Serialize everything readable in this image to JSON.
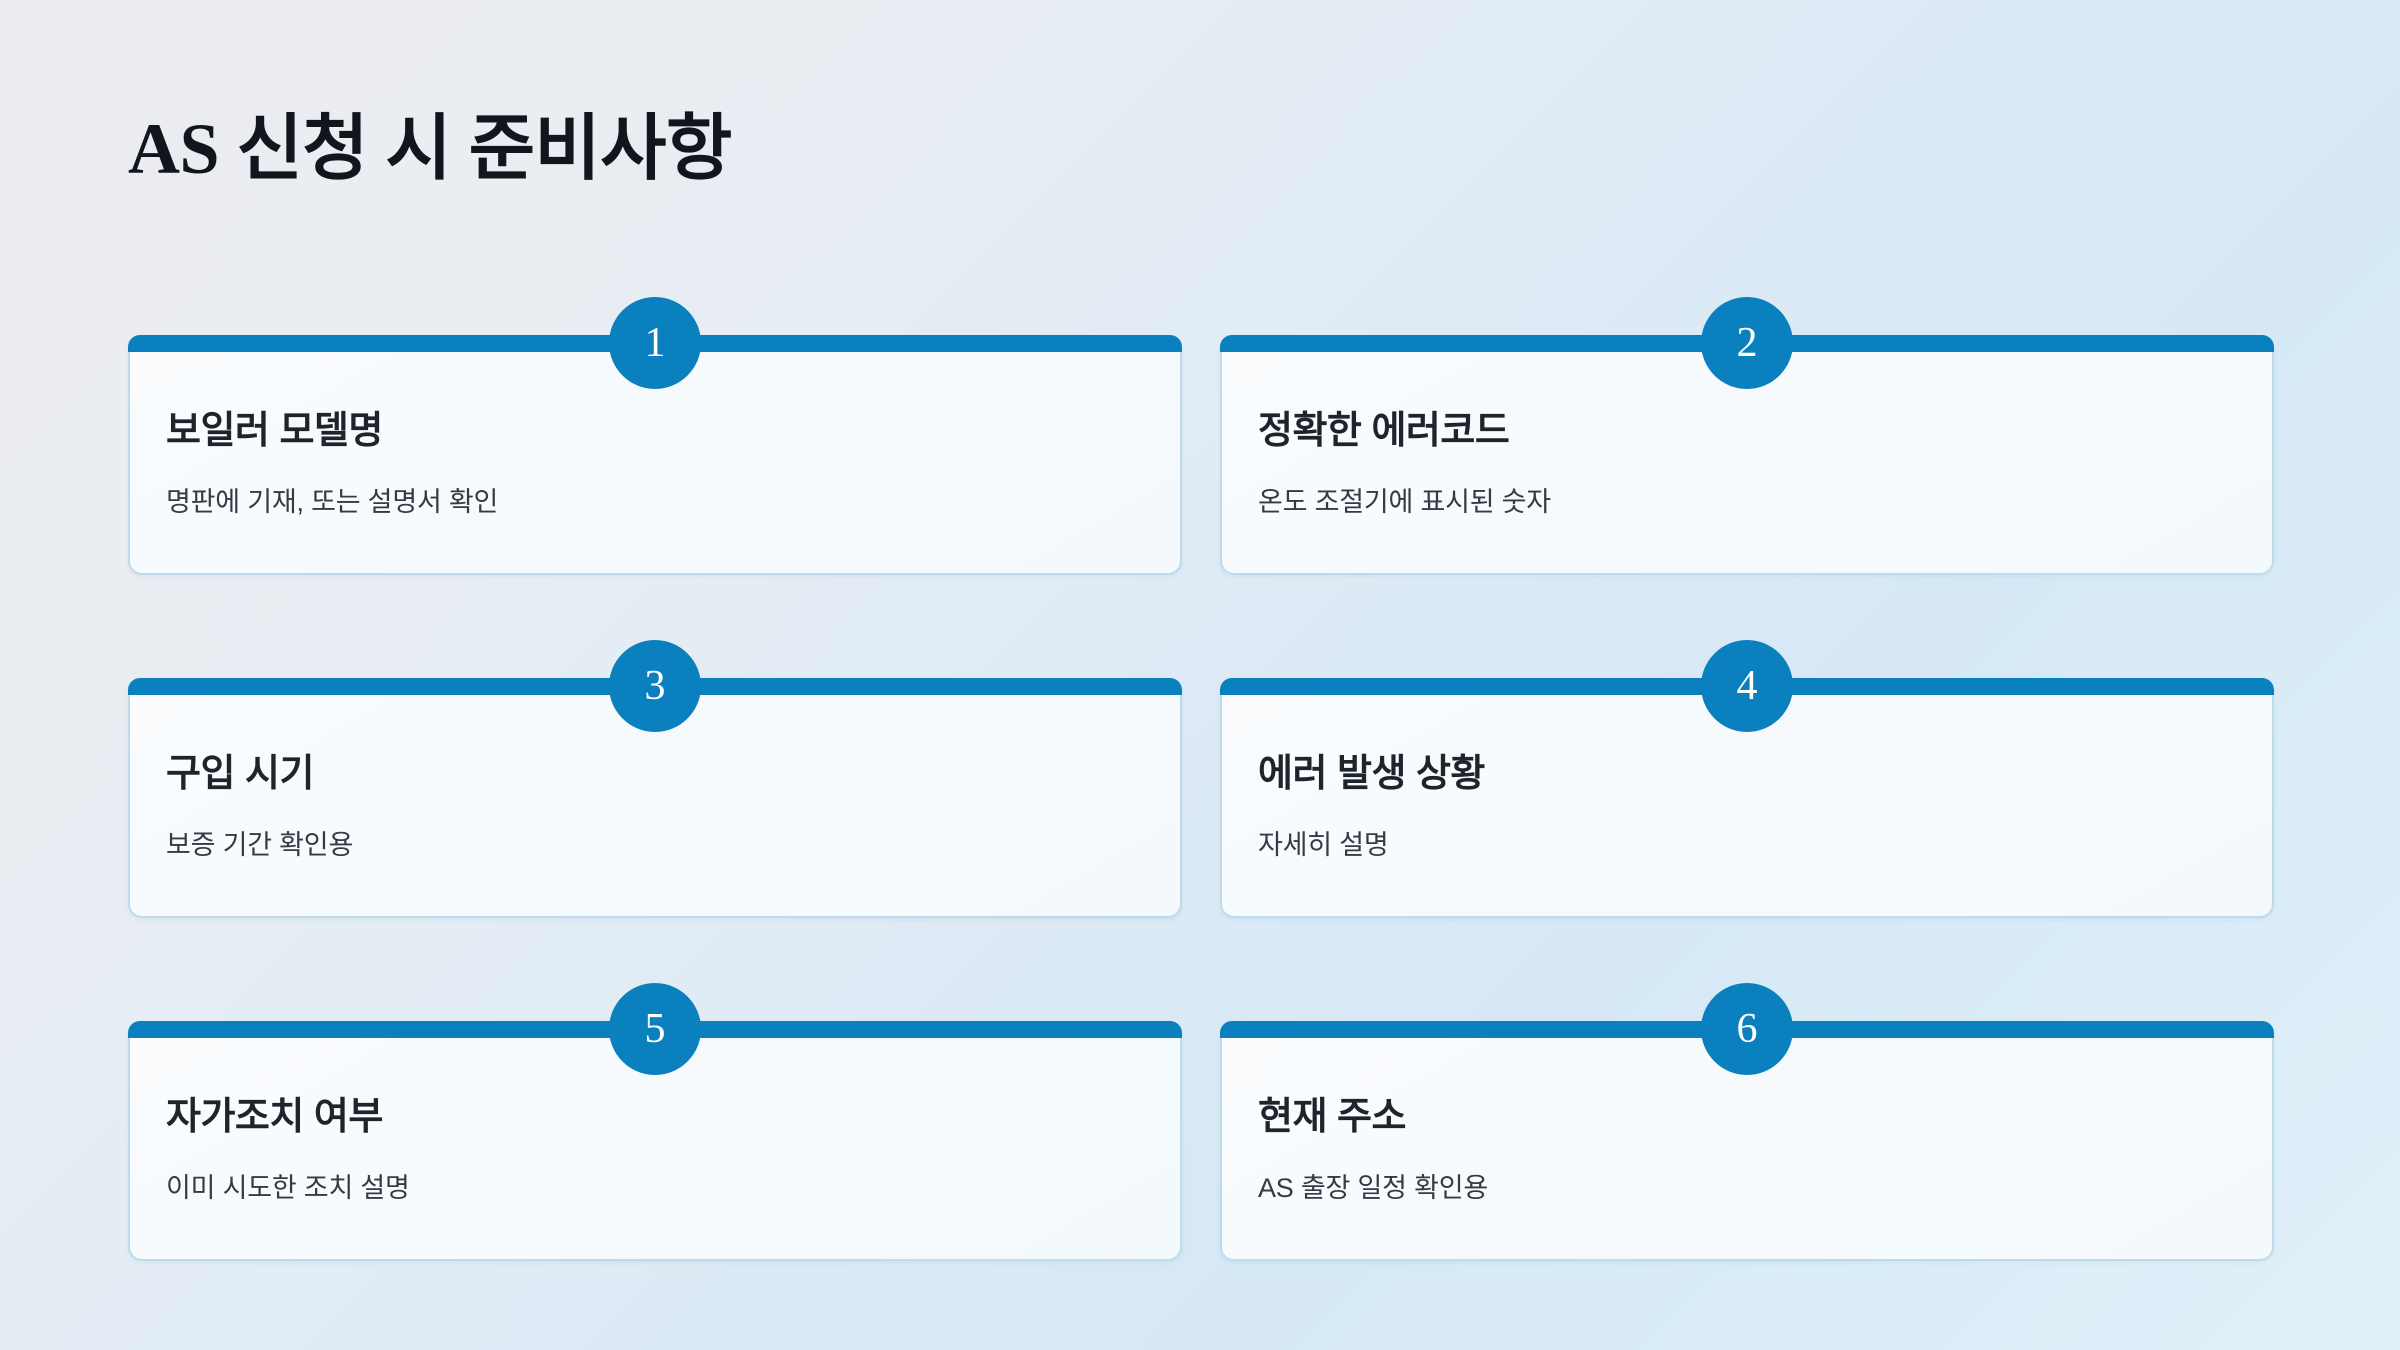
{
  "page": {
    "title": "AS 신청 시 준비사항",
    "accent_color": "#0b80bf",
    "card_border_color": "#bcdcee",
    "card_background": "#f8fbfd",
    "title_color": "#11161c",
    "badge_text_color": "#ffffff",
    "background_gradient_from": "#ececf1",
    "background_gradient_to": "#e2f0f8"
  },
  "cards": [
    {
      "number": "1",
      "title": "보일러 모델명",
      "description": "명판에 기재, 또는 설명서 확인"
    },
    {
      "number": "2",
      "title": "정확한 에러코드",
      "description": "온도 조절기에 표시된 숫자"
    },
    {
      "number": "3",
      "title": "구입 시기",
      "description": "보증 기간 확인용"
    },
    {
      "number": "4",
      "title": "에러 발생 상황",
      "description": "자세히 설명"
    },
    {
      "number": "5",
      "title": "자가조치 여부",
      "description": "이미 시도한 조치 설명"
    },
    {
      "number": "6",
      "title": "현재 주소",
      "description": "AS 출장 일정 확인용"
    }
  ]
}
